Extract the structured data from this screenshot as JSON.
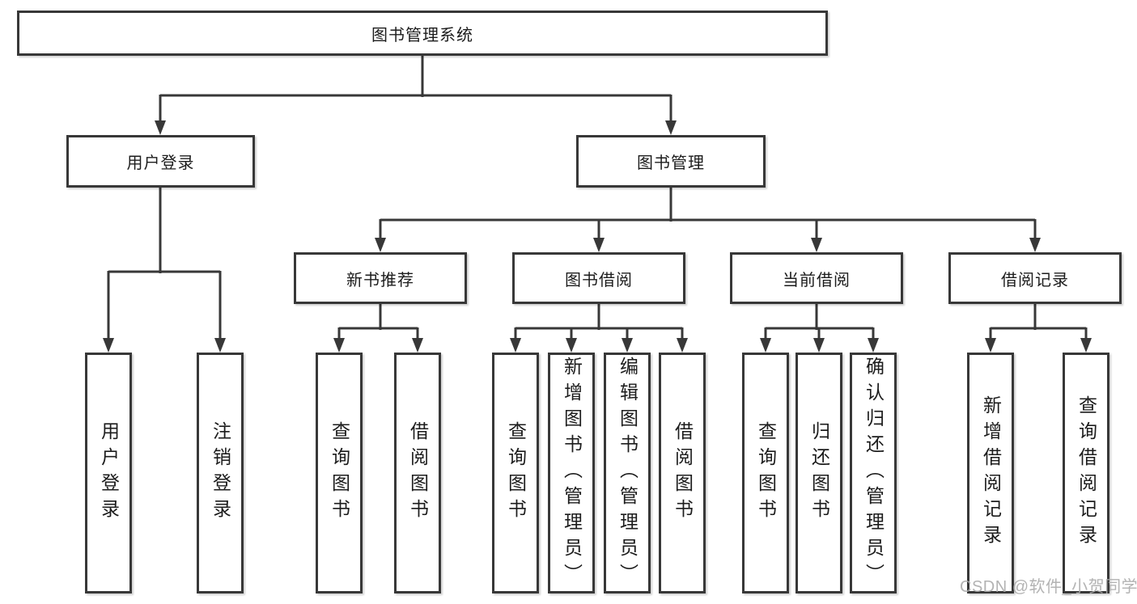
{
  "tree": {
    "label": "图书管理系统",
    "children": [
      {
        "label": "用户登录",
        "children": [
          {
            "label": "用户登录"
          },
          {
            "label": "注销登录"
          }
        ]
      },
      {
        "label": "图书管理",
        "children": [
          {
            "label": "新书推荐",
            "children": [
              {
                "label": "查询图书"
              },
              {
                "label": "借阅图书"
              }
            ]
          },
          {
            "label": "图书借阅",
            "children": [
              {
                "label": "查询图书"
              },
              {
                "label": "新增图书（管理员）"
              },
              {
                "label": "编辑图书（管理员）"
              },
              {
                "label": "借阅图书"
              }
            ]
          },
          {
            "label": "当前借阅",
            "children": [
              {
                "label": "查询图书"
              },
              {
                "label": "归还图书"
              },
              {
                "label": "确认归还（管理员）"
              }
            ]
          },
          {
            "label": "借阅记录",
            "children": [
              {
                "label": "新增借阅记录"
              },
              {
                "label": "查询借阅记录"
              }
            ]
          }
        ]
      }
    ]
  },
  "watermark": {
    "text": "CSDN @软件_小贺同学",
    "color": "#ababab"
  },
  "colors": {
    "line": "#383838",
    "box_border": "#383838",
    "box_fill": "#ffffff",
    "text": "#1c1c1c",
    "background": "#ffffff"
  }
}
